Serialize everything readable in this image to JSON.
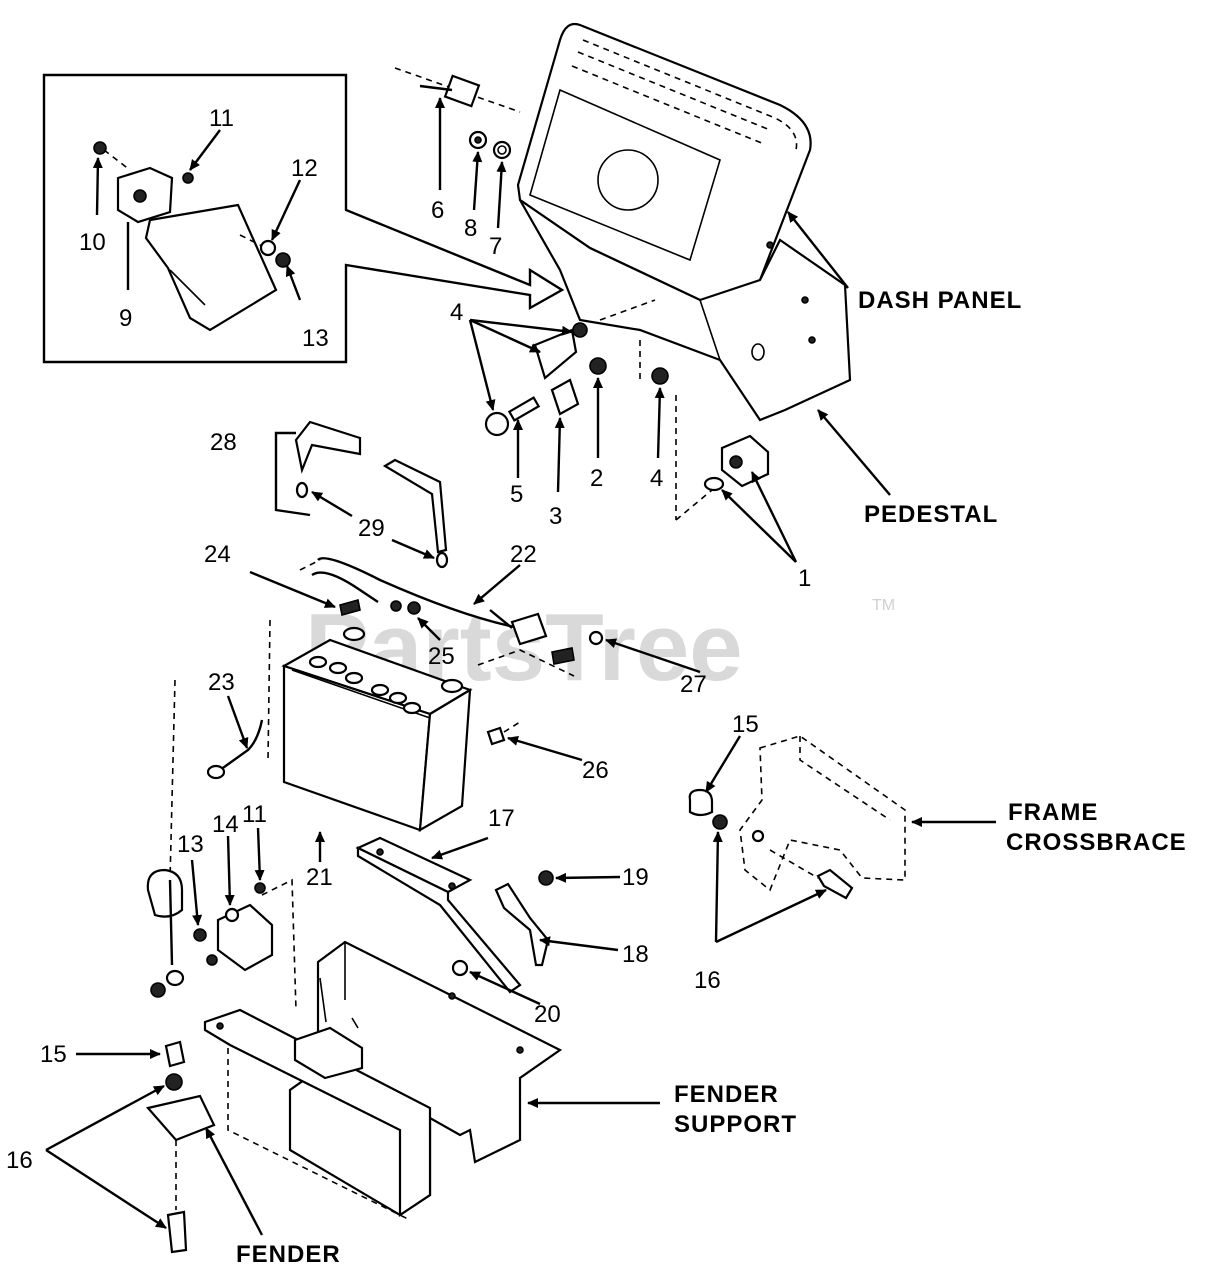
{
  "watermark": {
    "text": "PartsTree",
    "trademark": "TM"
  },
  "labels": {
    "dash_panel": "DASH PANEL",
    "pedestal": "PEDESTAL",
    "frame_crossbrace_1": "FRAME",
    "frame_crossbrace_2": "CROSSBRACE",
    "fender_support_1": "FENDER",
    "fender_support_2": "SUPPORT",
    "fender": "FENDER"
  },
  "callouts": {
    "c1": "1",
    "c2": "2",
    "c3": "3",
    "c4a": "4",
    "c4b": "4",
    "c5": "5",
    "c6": "6",
    "c7": "7",
    "c8": "8",
    "c9": "9",
    "c10": "10",
    "c11a": "11",
    "c11b": "11",
    "c12": "12",
    "c13a": "13",
    "c13b": "13",
    "c14": "14",
    "c15a": "15",
    "c15b": "15",
    "c16a": "16",
    "c16b": "16",
    "c17": "17",
    "c18": "18",
    "c19": "19",
    "c20": "20",
    "c21": "21",
    "c22": "22",
    "c23": "23",
    "c24": "24",
    "c25": "25",
    "c26": "26",
    "c27": "27",
    "c28": "28",
    "c29": "29"
  },
  "arrow_marker": "arrow-head-icon"
}
